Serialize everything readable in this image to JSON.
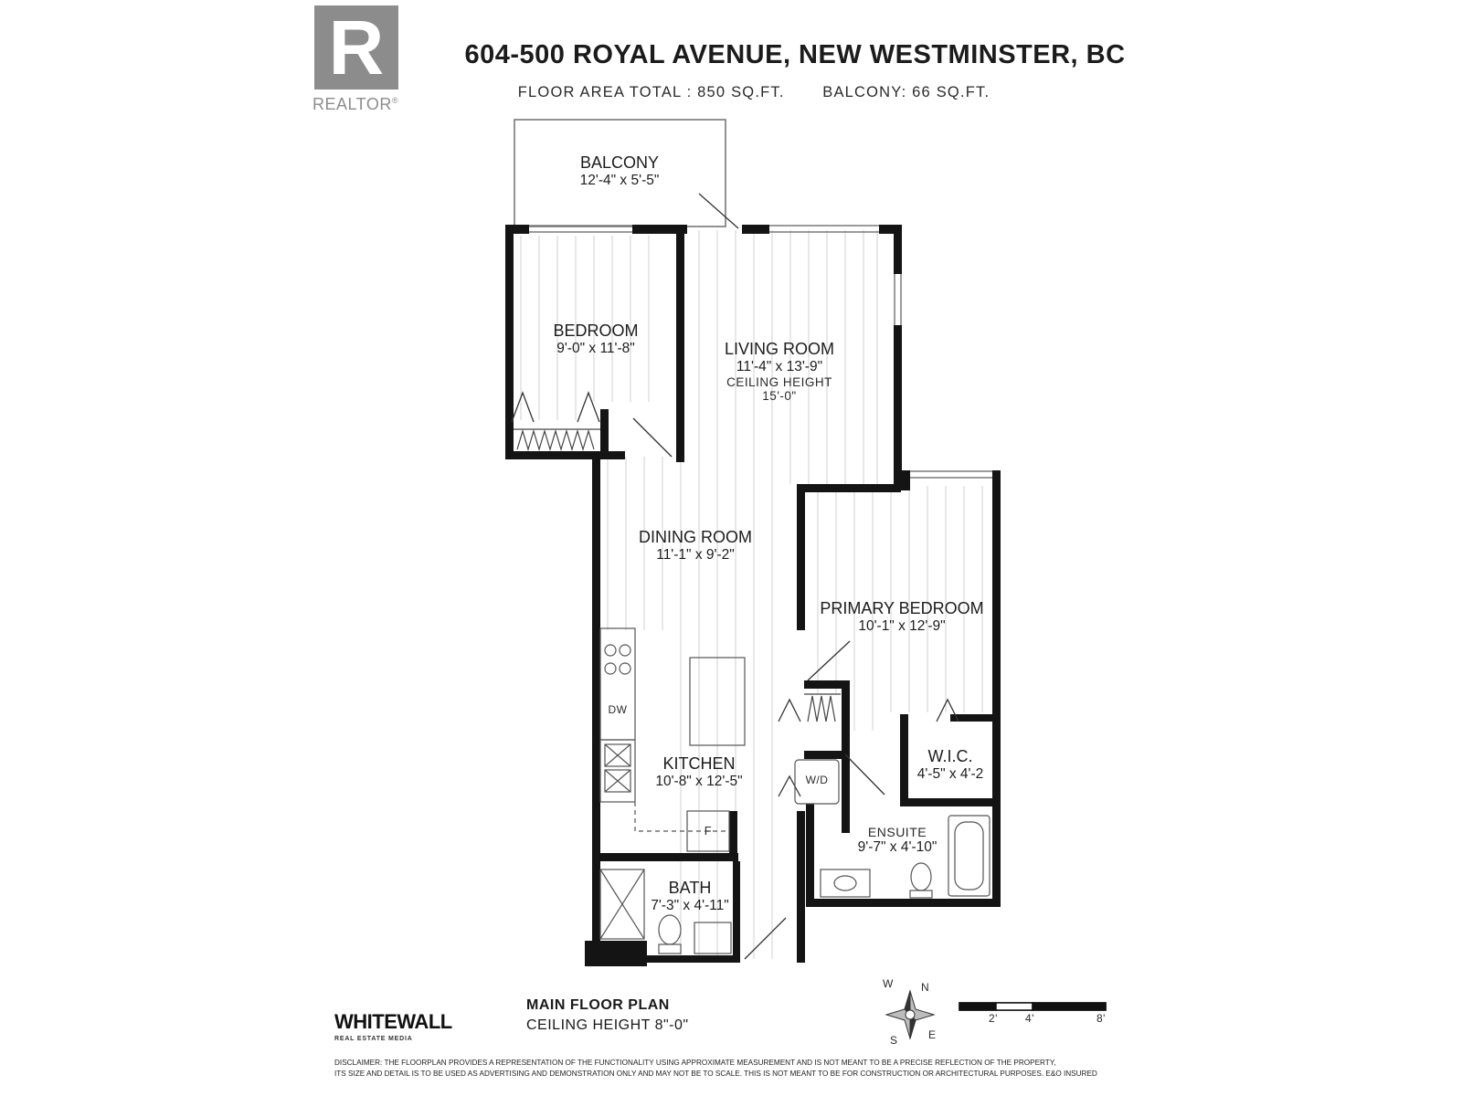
{
  "header": {
    "title": "604-500 ROYAL AVENUE, NEW WESTMINSTER, BC",
    "floor_area": "FLOOR AREA TOTAL : 850 SQ.FT.",
    "balcony_area": "BALCONY: 66 SQ.FT."
  },
  "realtor_logo": {
    "letter": "R",
    "text": "REALTOR",
    "mark": "®"
  },
  "rooms": {
    "balcony": {
      "name": "BALCONY",
      "dim": "12'-4\" x 5'-5\""
    },
    "bedroom": {
      "name": "BEDROOM",
      "dim": "9'-0\" x 11'-8\""
    },
    "living": {
      "name": "LIVING ROOM",
      "dim": "11'-4\" x 13'-9\"",
      "ceiling_label": "CEILING HEIGHT",
      "ceiling_value": "15'-0\""
    },
    "dining": {
      "name": "DINING ROOM",
      "dim": "11'-1\" x 9'-2\""
    },
    "primary": {
      "name": "PRIMARY BEDROOM",
      "dim": "10'-1\" x 12'-9\""
    },
    "kitchen": {
      "name": "KITCHEN",
      "dim": "10'-8\" x 12'-5\""
    },
    "wic": {
      "name": "W.I.C.",
      "dim": "4'-5\" x 4'-2"
    },
    "ensuite": {
      "name": "ENSUITE",
      "dim": "9'-7\" x 4'-10\""
    },
    "bath": {
      "name": "BATH",
      "dim": "7'-3\" x 4'-11\""
    }
  },
  "fixtures": {
    "dishwasher": "DW",
    "fridge": "F",
    "washer_dryer": "W/D"
  },
  "footer": {
    "plan_title": "MAIN FLOOR PLAN",
    "plan_ceiling": "CEILING HEIGHT 8\"-0\"",
    "brand": "WHITEWALL",
    "brand_sub": "REAL ESTATE MEDIA",
    "disclaimer_1": "DISCLAIMER: THE FLOORPLAN PROVIDES A REPRESENTATION OF THE FUNCTIONALITY USING APPROXIMATE MEASUREMENT AND IS NOT MEANT TO BE A PRECISE REFLECTION OF THE PROPERTY,",
    "disclaimer_2": "ITS SIZE AND DETAIL IS TO BE USED AS ADVERTISING AND DEMONSTRATION ONLY AND MAY NOT BE TO SCALE. THIS IS NOT MEANT TO BE FOR CONSTRUCTION OR ARCHITECTURAL PURPOSES. E&O INSURED"
  },
  "compass": {
    "n": "N",
    "s": "S",
    "e": "E",
    "w": "W"
  },
  "scale": {
    "labels": [
      "2'",
      "4'",
      "8'"
    ]
  },
  "colors": {
    "wall": "#141414",
    "logo_gray": "#8c8c8c",
    "floor_line": "#cfcfcf"
  }
}
